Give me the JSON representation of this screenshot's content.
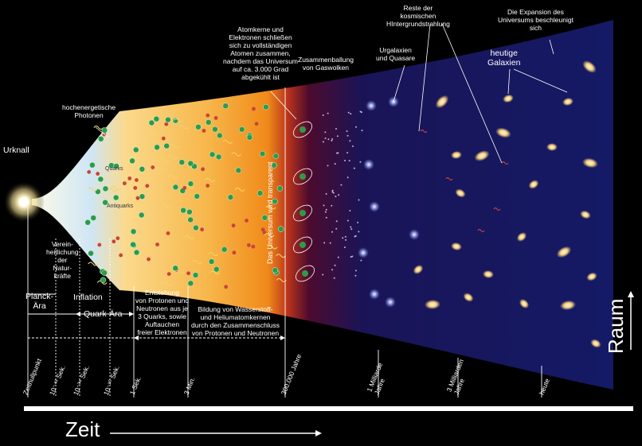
{
  "labels": {
    "urknall": "Urknall",
    "photonen": "hochenergetische\nPhotonen",
    "quarks": "Quarks",
    "antiquarks": "Antiquarks",
    "atomkerne": "Atomkerne und\nElektronen  schließen\nsich zu vollständigen\nAtomen zusammen,\nnachdem das Universum\nauf ca. 3.000 Grad\nabgekühlt ist",
    "gaswolken": "Zusammenballung\nvon Gaswolken",
    "urgalaxien": "Urgalaxien\nund Quasare",
    "hintergrund": "Reste der\nkosmischen\nHIntergrundstrahlung",
    "expansion": "Die Expansion des\nUniversums beschleunigt\nsich",
    "galaxien": "heutige\nGalaxien",
    "transparent": "Das Universum wird transparent",
    "vereinheitlichung": "Verein-\nheitlichung\nder\nNatur-\nkräfte",
    "planck": "Planck-\nÄra",
    "inflation": "Inflation",
    "quark_aera": "Quark-Ära",
    "entstehung": "Entstehung\nvon Protonen und\nNeutronen aus je\n3 Quarks, sowie\nAuftauchen\nfreier Elektronen",
    "bildung": "Bildung von Wasserstoff-\nund Heliumatomkernen\ndurch den Zusammenschluss\nvon Protonen und Neutronen",
    "raum": "Raum",
    "zeit": "Zeit"
  },
  "ticks": [
    "Zeitnullpunkt",
    "10⁻⁴³ Sek.",
    "10⁻³⁴ Sek.",
    "10⁻¹⁰ Sek.",
    "1 Sek.",
    "3 Min.",
    "300.000 Jahre",
    "1 Milliarde\nJahre",
    "3 Milliarden\nJahre",
    "heute"
  ],
  "colors": {
    "background": "#000000",
    "early_hot": "#fff3c4",
    "mid_orange": "#f39a1e",
    "transition_red": "#6a0f1e",
    "late_blue": "#151a5e",
    "nucleon_green": "#2f9a4a",
    "nucleon_red": "#c8443a",
    "galaxy": "#f5cf7a"
  }
}
